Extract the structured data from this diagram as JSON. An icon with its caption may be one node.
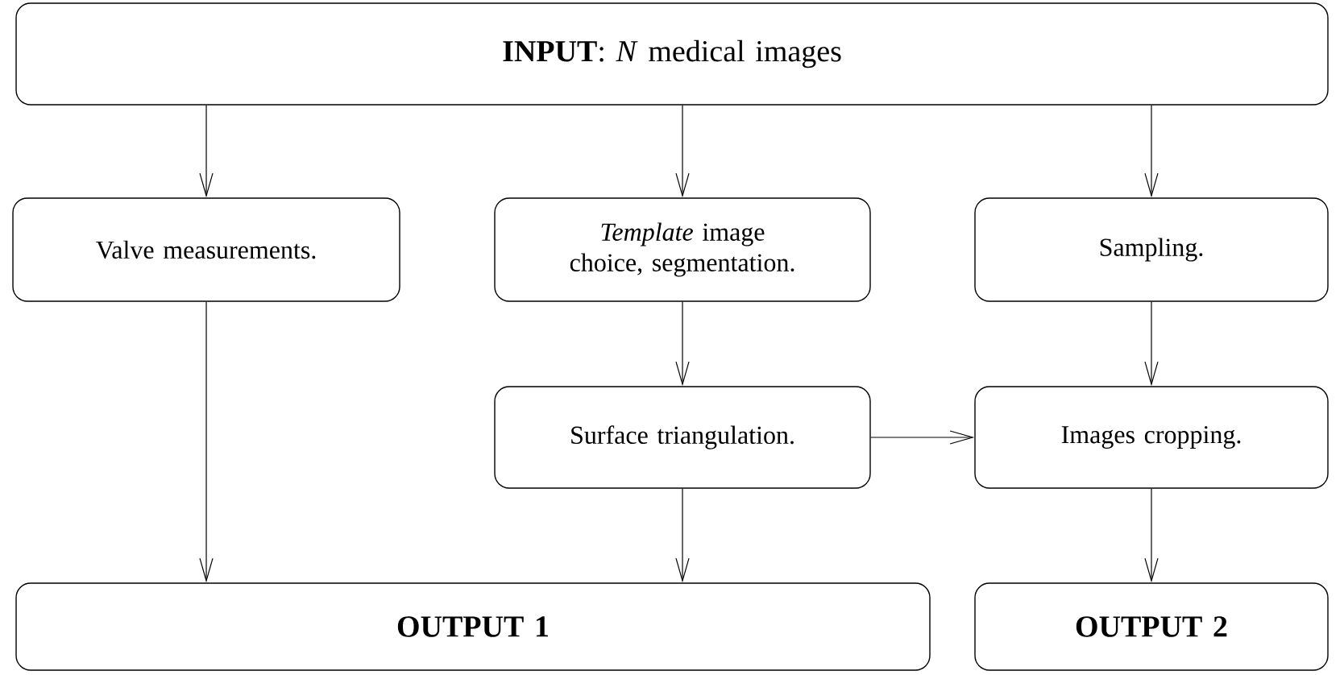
{
  "diagram": {
    "nodes": [
      {
        "text": [
          "**INPUT**: *N* medical images"
        ]
      },
      {
        "text": [
          "Valve measurements."
        ]
      },
      {
        "text": [
          "*Template* image choice, segmentation."
        ]
      },
      {
        "text": [
          "Sampling."
        ]
      },
      {
        "text": [
          "Surface triangulation."
        ]
      },
      {
        "text": [
          "Images cropping."
        ]
      },
      {
        "text": [
          "OUTPUT 1"
        ]
      },
      {
        "text": [
          "OUTPUT 2"
        ]
      }
    ],
    "edges": [
      {
        "from": 0,
        "to": 1,
        "arrow": "to"
      },
      {
        "from": 0,
        "to": 2,
        "arrow": "to"
      },
      {
        "from": 0,
        "to": 3,
        "arrow": "to"
      },
      {
        "from": 1,
        "to": 6,
        "arrow": "to"
      },
      {
        "from": 2,
        "to": 4,
        "arrow": "to"
      },
      {
        "from": 3,
        "to": 5,
        "arrow": "to"
      },
      {
        "from": 4,
        "to": 5,
        "arrow": "to"
      },
      {
        "from": 4,
        "to": 6,
        "arrow": "to"
      },
      {
        "from": 5,
        "to": 7,
        "arrow": "to"
      }
    ]
  }
}
